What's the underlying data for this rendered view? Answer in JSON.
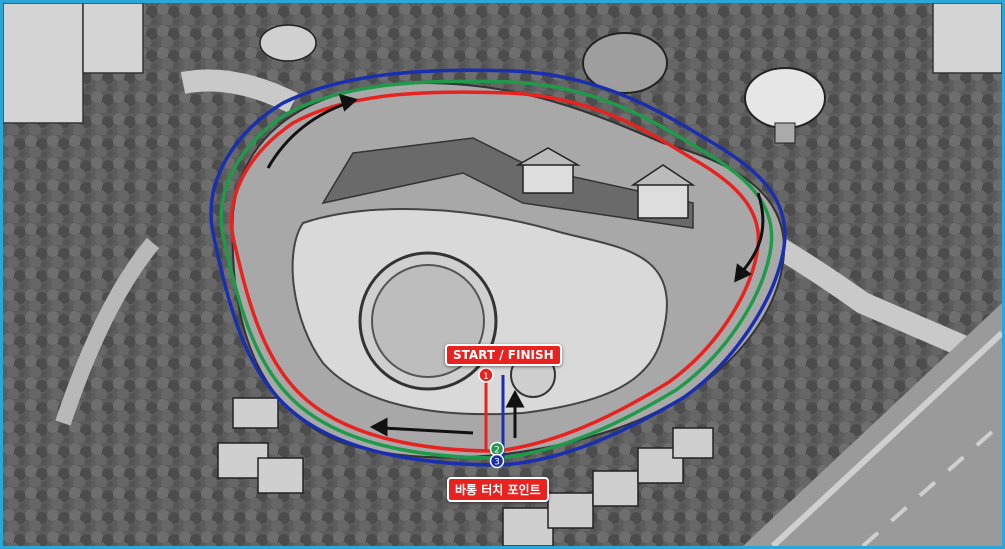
{
  "labels": {
    "start_finish": "START / FINISH",
    "baton_touch": "바통 터치 포인트"
  },
  "markers": {
    "lane1": "1",
    "lane2": "2",
    "lane3": "3"
  },
  "colors": {
    "lane1": "#e8231f",
    "lane2": "#1f9a4a",
    "lane3": "#1a2fb0",
    "label_bg": "#e8231f",
    "frame": "#2aa7d6"
  }
}
